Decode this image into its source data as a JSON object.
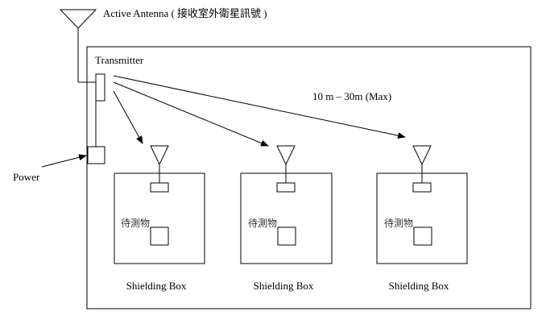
{
  "antenna": {
    "label": "Active Antenna (  接收室外衛星訊號  )"
  },
  "transmitter": {
    "label": "Transmitter"
  },
  "power": {
    "label": "Power"
  },
  "range": {
    "label": "10 m – 30m (Max)"
  },
  "shielding_boxes": [
    {
      "box_label": "Shielding Box",
      "dut_label": "待測物"
    },
    {
      "box_label": "Shielding Box",
      "dut_label": "待測物"
    },
    {
      "box_label": "Shielding Box",
      "dut_label": "待測物"
    }
  ],
  "colors": {
    "line": "#000000",
    "background": "#ffffff"
  }
}
